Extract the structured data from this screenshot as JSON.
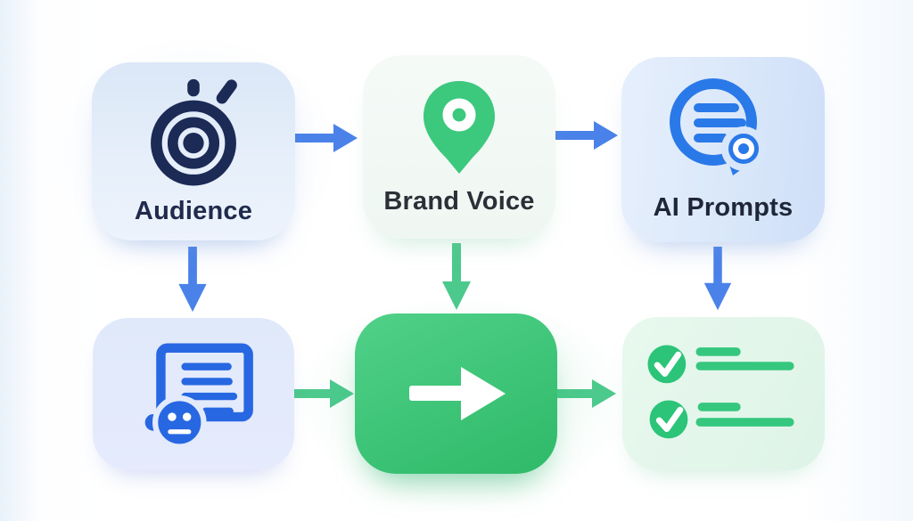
{
  "diagram": {
    "type": "flowchart",
    "nodes": [
      {
        "id": "audience",
        "label": "Audience",
        "icon": "target-stopwatch-icon"
      },
      {
        "id": "brand-voice",
        "label": "Brand Voice",
        "icon": "location-pin-icon"
      },
      {
        "id": "ai-prompts",
        "label": "AI Prompts",
        "icon": "chat-lines-search-icon"
      },
      {
        "id": "ai-brief-document",
        "icon": "document-robot-icon"
      },
      {
        "id": "generate",
        "icon": "forward-arrow-icon"
      },
      {
        "id": "output-checklist",
        "icon": "checklist-icon"
      }
    ],
    "edges": [
      {
        "from": "audience",
        "to": "brand-voice",
        "direction": "right",
        "color": "blue"
      },
      {
        "from": "brand-voice",
        "to": "ai-prompts",
        "direction": "right",
        "color": "blue"
      },
      {
        "from": "audience",
        "to": "ai-brief-document",
        "direction": "down",
        "color": "blue"
      },
      {
        "from": "brand-voice",
        "to": "generate",
        "direction": "down",
        "color": "green"
      },
      {
        "from": "ai-prompts",
        "to": "output-checklist",
        "direction": "down",
        "color": "blue"
      },
      {
        "from": "ai-brief-document",
        "to": "generate",
        "direction": "right",
        "color": "green"
      },
      {
        "from": "generate",
        "to": "output-checklist",
        "direction": "right",
        "color": "green"
      }
    ],
    "colors": {
      "arrow_blue": "#4a82e9",
      "arrow_green": "#4cc98c",
      "navy_icon": "#1c2a56",
      "pin_green": "#3cc87d",
      "blue_icon": "#2a79e8",
      "doc_blue": "#2767e2",
      "check_green": "#2bc478",
      "generate_card_green": "#3dc477",
      "card_blue_bg": "#dde8f8",
      "card_mint_bg": "#e3f6ea"
    }
  }
}
